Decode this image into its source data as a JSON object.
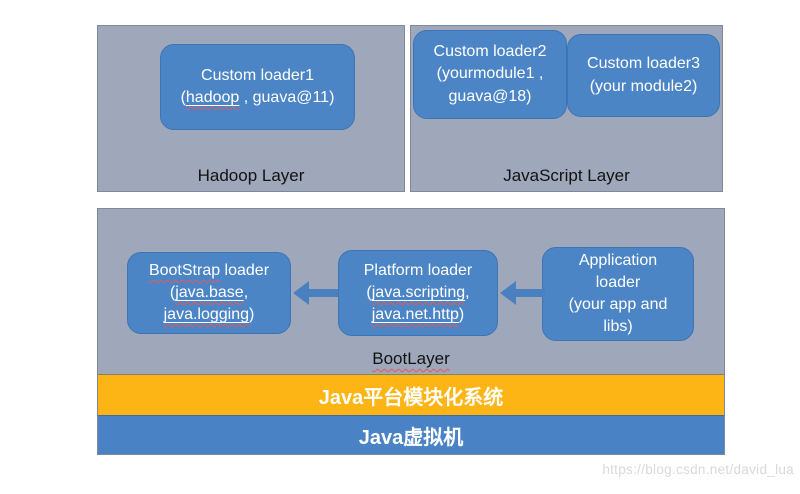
{
  "diagram": {
    "colors": {
      "panel_gray": "#9EA8BA",
      "box_blue": "#4C85C6",
      "bar_orange": "#FDB515",
      "bar_blue": "#4A83C5",
      "squiggle_red": "#E05A5A",
      "watermark_gray": "#D9D9D9"
    },
    "icons": {
      "dependency_arrow": "left-block-arrow"
    },
    "hadoop_layer": {
      "label": "Hadoop Layer",
      "loader1": {
        "lines": [
          {
            "parts": [
              {
                "t": "Custom loader1"
              }
            ]
          },
          {
            "parts": [
              {
                "t": "("
              },
              {
                "t": "hadoop",
                "deco": "u sq"
              },
              {
                "t": " , guava@11)"
              }
            ]
          }
        ]
      }
    },
    "javascript_layer": {
      "label": "JavaScript Layer",
      "loader2": {
        "lines": [
          {
            "parts": [
              {
                "t": "Custom loader2"
              }
            ]
          },
          {
            "parts": [
              {
                "t": "(yourmodule1 ,"
              }
            ]
          },
          {
            "parts": [
              {
                "t": "guava@18)"
              }
            ]
          }
        ]
      },
      "loader3": {
        "lines": [
          {
            "parts": [
              {
                "t": "Custom loader3"
              }
            ]
          },
          {
            "parts": [
              {
                "t": "(your module2)"
              }
            ]
          }
        ]
      }
    },
    "boot_layer": {
      "label": "BootLayer",
      "bootstrap": {
        "lines": [
          {
            "parts": [
              {
                "t": "BootStrap",
                "deco": "sq"
              },
              {
                "t": " loader"
              }
            ]
          },
          {
            "parts": [
              {
                "t": "("
              },
              {
                "t": "java.base",
                "deco": "u sq"
              },
              {
                "t": ","
              }
            ]
          },
          {
            "parts": [
              {
                "t": "java.logging",
                "deco": "u sq"
              },
              {
                "t": ")"
              }
            ]
          }
        ]
      },
      "platform": {
        "lines": [
          {
            "parts": [
              {
                "t": "Platform loader"
              }
            ]
          },
          {
            "parts": [
              {
                "t": "("
              },
              {
                "t": "java.scripting",
                "deco": "u sq"
              },
              {
                "t": ","
              }
            ]
          },
          {
            "parts": [
              {
                "t": "java.net.http",
                "deco": "u sq"
              },
              {
                "t": ")"
              }
            ]
          }
        ]
      },
      "application": {
        "lines": [
          {
            "parts": [
              {
                "t": "Application"
              }
            ]
          },
          {
            "parts": [
              {
                "t": "loader"
              }
            ]
          },
          {
            "parts": [
              {
                "t": "(your app and"
              }
            ]
          },
          {
            "parts": [
              {
                "t": "libs)"
              }
            ]
          }
        ]
      }
    },
    "bars": {
      "module_system": "Java平台模块化系统",
      "jvm": "Java虚拟机"
    },
    "watermark": "https://blog.csdn.net/david_lua"
  }
}
